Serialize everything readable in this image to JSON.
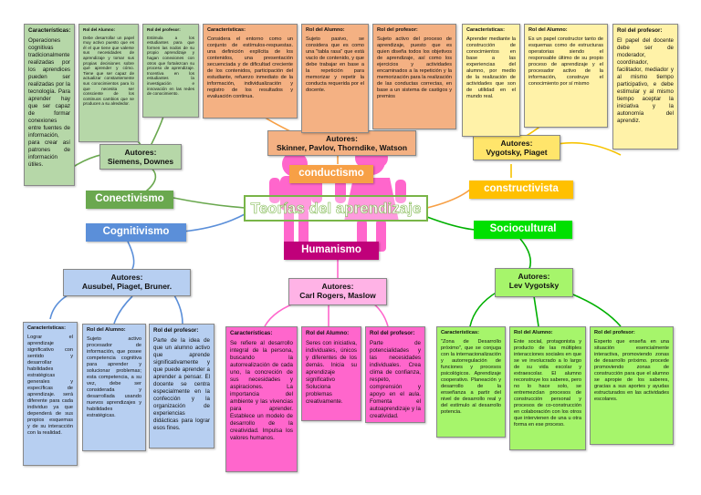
{
  "colors": {
    "green_dark": "#6aa84f",
    "green_light": "#b6d7a8",
    "blue": "#5b8fd9",
    "blue_light": "#b7cff1",
    "orange_light": "#f4b183",
    "orange_branch": "#f7a046",
    "yellow": "#ffe56b",
    "yellow_light": "#fff2a8",
    "lime": "#00e000",
    "lime_light": "#a6f56b",
    "pink": "#ff66cc",
    "magenta": "#c0007a",
    "center_text": "#79b548"
  },
  "center": {
    "title": "Teorías del aprendizaje"
  },
  "branches": {
    "conectivismo": "Conectivismo",
    "cognitivismo": "Cognitivismo",
    "conductismo": "conductismo",
    "humanismo": "Humanismo",
    "constructivista": "constructivista",
    "sociocultural": "Sociocultural"
  },
  "authors": {
    "conectivismo": {
      "label": "Autores:",
      "names": "Siemens, Downes"
    },
    "conductismo": {
      "label": "Autores:",
      "names": "Skinner, Pavlov, Thorndike, Watson"
    },
    "constructivismo": {
      "label": "Autores:",
      "names": "Vygotsky, Piaget"
    },
    "cognitivismo": {
      "label": "Autores:",
      "names": "Ausubel, Piaget, Bruner."
    },
    "humanismo": {
      "label": "Autores:",
      "names": "Carl Rogers, Maslow"
    },
    "sociocultural": {
      "label": "Autores:",
      "names": "Lev Vygotsky"
    }
  },
  "notes": {
    "conect_car": {
      "h": "Características:",
      "t": "Operaciones cognitivas tradicionalmente realizadas por los aprendices pueden ser realizadas por la tecnología. Para aprender hay que ser capaz de formar conexiones entre fuentes de información, para crear así patrones de información útiles."
    },
    "conect_alum": {
      "h": "Rol del Alumno:",
      "t": "Debe desarrollar un papel muy activo puesto que es él el que tiene que valerse sus necesidades de aprendizaje y tomar sus propias decisiones sobre qué aprender y cómo. Tiene que ser capaz de actualizar constantemente sus conocimientos para lo que necesita ser consciente de los continuos cambios que se producen a su alrededor."
    },
    "conect_prof": {
      "h": "Rol del profesor:",
      "t": "Estimula a los estudiantes para que formen las nodos de su propio aprendizaje y hagan conexiones con otros que fortalezcan su proceso de aprendizaje. Incentiva en los estudiantes la investigación e innovación en las redes de conocimiento."
    },
    "cond_car": {
      "h": "Características:",
      "t": "Considera el entorno como un conjunto de estímulos-respuestas. una definición explícita de los contenidos, una presentación secuenciada y de dificultad creciente de los contenidos, participación del estudiante, refuerzo inmediato de la información, individualización y registro de los resultados y evaluación continua."
    },
    "cond_alum": {
      "h": "Rol del Alumno:",
      "t": "Sujeto pasivo, se considera que es como una \"tabla rasa\" que está vacío de contenido, y que debe trabajar en base a la repetición para memorizar y repetir la conducta requerida por el docente."
    },
    "cond_prof": {
      "h": "Rol del profesor:",
      "t": "Sujeto activo del proceso de aprendizaje, puesto que es quien diseña todos los objetivos de aprendizaje, así como los ejercicios y actividades encaminados a la repetición y la memorización para la realización de las conductas correctas, en base a un sistema de castigos y premios"
    },
    "const_car": {
      "h": "Características:",
      "t": "Aprender mediante la construcción de conocimientos en base a las experiencias del alumno, por medio de la realización de actividades que son de utilidad en el mundo real."
    },
    "const_alum": {
      "h": "Rol del Alumno:",
      "t": "Es un papel constructor tanto de esquemas como de estructuras operatorias siendo el responsable último de su propio proceso de aprendizaje y el procesador activo de la información, construye el conocimiento por sí mismo"
    },
    "const_prof": {
      "h": "Rol del profesor:",
      "t": "El papel del docente debe ser de moderador, coordinador, facilitador, mediador y al mismo tiempo participativo, e debe estimular y al mismo tiempo aceptar la iniciativa y la autonomía del aprendiz."
    },
    "cog_car": {
      "h": "Características:",
      "t": "Lograr el aprendizaje significativo con sentido y desarrollar habilidades estratégicas generales y específicas de aprendizaje. será diferente para cada individuo ya que dependerá de sus propios esquemas y de su interacción con la realidad."
    },
    "cog_alum": {
      "h": "Rol del Alumno:",
      "t": "Sujeto activo procesador de información, que posee competencia cognitiva para aprender y solucionar problemas; esta competencia, a su vez, debe ser considerada y desarrollada usando nuevos aprendizajes y habilidades estratégicas."
    },
    "cog_prof": {
      "h": "Rol del profesor:",
      "t": "Parte de la idea de que un alumno activo que aprende significativamente y que puede aprender a aprender a pensar. El docente se centra especialmente en la confección y la organización de experiencias didácticas para lograr esos fines."
    },
    "hum_car": {
      "h": "Características:",
      "t": "Se refiere al desarrollo integral de la persona, buscando la autorrealización de cada uno, la concreción de sus necesidades y aspiraciones. La importancia del ambiente y las vivencias para aprender. Establece un modelo de desarrollo de la creatividad. Impulsa los valores humanos."
    },
    "hum_alum": {
      "h": "Rol del Alumno:",
      "t": "Seres con iniciativa, individuales, únicos y diferentes de los demás. Inicia su aprendizaje significativo Soluciona problemas creativamente."
    },
    "hum_prof": {
      "h": "Rol del profesor:",
      "t": "Parte de potencialidades y las necesidades individuales. Crea clima de confianza, respeto, comprensión y apoyo en el aula. Fomenta el autoaprendizaje y la creatividad."
    },
    "soc_car": {
      "h": "Características:",
      "t": "\"Zona de Desarrollo próximo\", que se conjuga con la internacionalización y autorregulación de funciones y procesos psicológicos. Aprendizaje cooperativo. Planeación y desarrollo de la enseñanza a partir del nivel de desarrollo real y del estímulo al desarrollo potencia."
    },
    "soc_alum": {
      "h": "Rol del Alumno:",
      "t": "Ente social, protagonista y producto de las múltiples interacciones sociales en que se ve involucrado a lo largo de su vida escolar y extraescolar. El alumno reconstruye los saberes, pero no lo hace solo, se entremezclan procesos de construcción personal y procesos de co-construcción en colaboración con los otros que intervienen de una u otra forma en ese proceso."
    },
    "soc_prof": {
      "h": "Rol del profesor:",
      "t": "Experto que enseña en una situación esencialmente interactiva, promoviendo zonas de desarrollo próximo. procede promoviendo zonas de construcción para que el alumno se apropie de los saberes, gracias a sus aportes y ayudas estructurados en las actividades escolares."
    }
  }
}
